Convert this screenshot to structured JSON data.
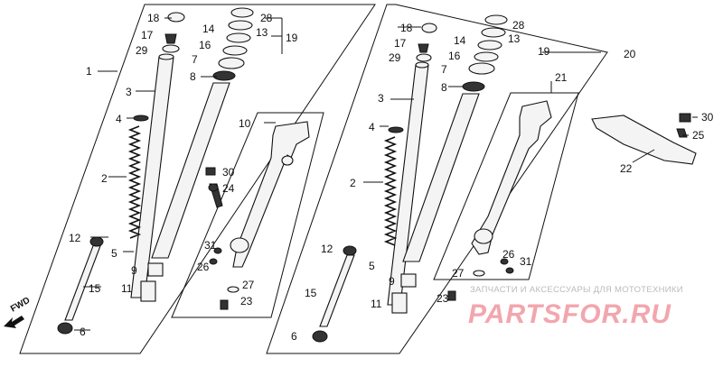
{
  "labels": {
    "left": [
      "1",
      "2",
      "3",
      "4",
      "5",
      "6",
      "7",
      "8",
      "9",
      "10",
      "11",
      "12",
      "13",
      "14",
      "15",
      "16",
      "17",
      "18",
      "19",
      "24",
      "26",
      "27",
      "28",
      "29",
      "30",
      "31",
      "23"
    ],
    "right": [
      "2",
      "3",
      "4",
      "5",
      "6",
      "7",
      "8",
      "9",
      "11",
      "12",
      "13",
      "14",
      "15",
      "16",
      "17",
      "18",
      "19",
      "20",
      "21",
      "22",
      "23",
      "25",
      "26",
      "27",
      "28",
      "29",
      "30",
      "31"
    ]
  },
  "fwd_label": "FWD",
  "watermark": {
    "caption": "ЗАПЧАСТИ И АКСЕССУАРЫ ДЛЯ МОТОТЕХНИКИ",
    "logo": "PARTSFOR.RU"
  }
}
